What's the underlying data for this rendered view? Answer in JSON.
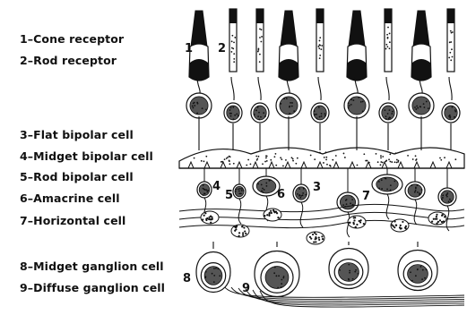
{
  "legend": {
    "cone_receptor": "1–Cone receptor",
    "rod_receptor": "2–Rod receptor",
    "flat_bipolar": "3–Flat bipolar cell",
    "midget_bipolar": "4–Midget bipolar cell",
    "rod_bipolar": "5–Rod bipolar cell",
    "amacrine": "6–Amacrine cell",
    "horizontal": "7–Horizontal cell",
    "midget_ganglion": "8–Midget ganglion cell",
    "diffuse_ganglion": "9–Diffuse ganglion cell"
  },
  "markers": {
    "m1": "1",
    "m2": "2",
    "m3": "3",
    "m4": "4",
    "m5": "5",
    "m6": "6",
    "m7": "7",
    "m8": "8",
    "m9": "9"
  },
  "colors": {
    "ink": "#111111",
    "background": "#ffffff"
  }
}
